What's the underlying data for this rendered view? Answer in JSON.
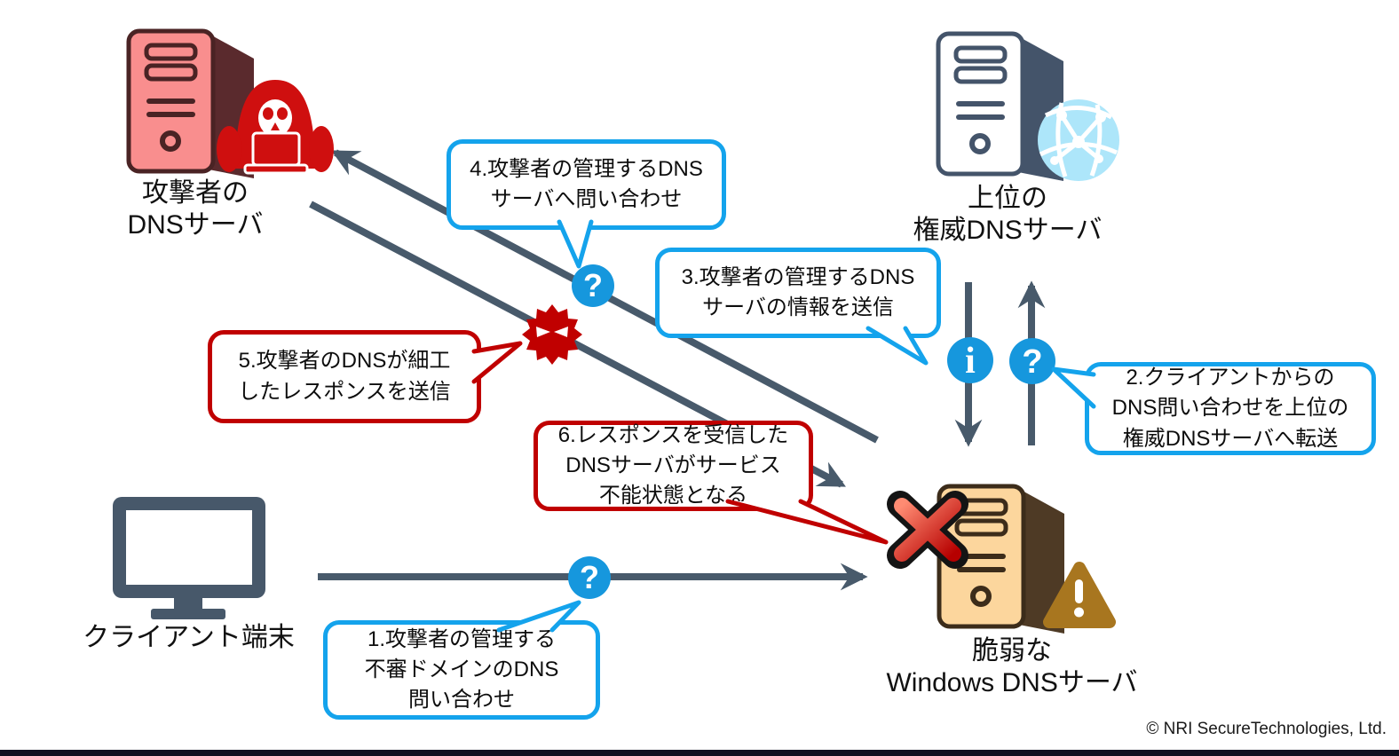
{
  "nodes": {
    "attacker_dns_server": {
      "label": "攻撃者の\nDNSサーバ"
    },
    "upstream_authoritative_dns_server": {
      "label": "上位の\n権威DNSサーバ"
    },
    "client_terminal": {
      "label": "クライアント端末"
    },
    "vulnerable_windows_dns_server": {
      "label": "脆弱な\nWindows DNSサーバ"
    }
  },
  "callouts": {
    "c1": {
      "text": "1.攻撃者の管理する\n不審ドメインのDNS\n問い合わせ",
      "style": "blue"
    },
    "c2": {
      "text": "2.クライアントからの\nDNS問い合わせを上位の\n権威DNSサーバへ転送",
      "style": "blue"
    },
    "c3": {
      "text": "3.攻撃者の管理するDNS\nサーバの情報を送信",
      "style": "blue"
    },
    "c4": {
      "text": "4.攻撃者の管理するDNS\nサーバへ問い合わせ",
      "style": "blue"
    },
    "c5": {
      "text": "5.攻撃者のDNSが細工\nしたレスポンスを送信",
      "style": "red"
    },
    "c6": {
      "text": "6.レスポンスを受信した\nDNSサーバがサービス\n不能状態となる",
      "style": "red"
    }
  },
  "glyphs": {
    "question": "?",
    "info": "i"
  },
  "icons": [
    "hacker-icon",
    "globe-icon",
    "question-icon",
    "info-icon",
    "devil-icon",
    "cross-mark-icon",
    "warning-triangle-icon",
    "server-tower-icon",
    "monitor-icon"
  ],
  "colors": {
    "arrow": "#485a6b",
    "callout_blue": "#14a3ec",
    "callout_red": "#c00000",
    "icon_blue": "#1697dd",
    "devil_red": "#c00000",
    "attacker_server_body": "#f98e8e",
    "vulnerable_server_body": "#fcd69d",
    "warning_brown": "#a8761f"
  },
  "footer": {
    "copyright": "© NRI SecureTechnologies, Ltd."
  }
}
